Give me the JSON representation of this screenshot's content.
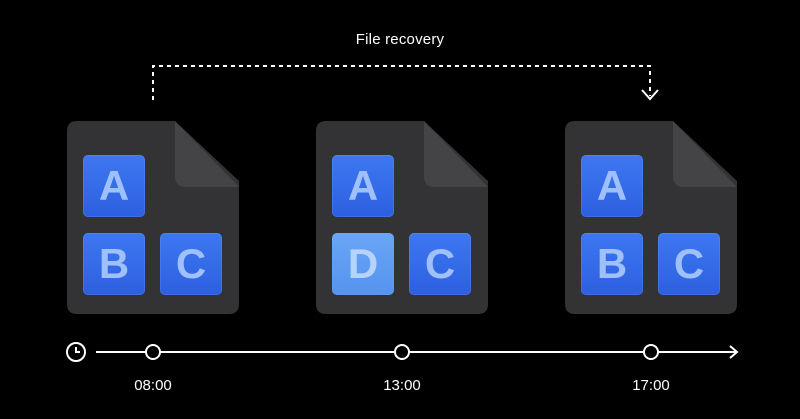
{
  "caption": "File recovery",
  "colors": {
    "background": "#000000",
    "file": "#333335",
    "file_fold": "#444446",
    "tile": "#3d78f0",
    "tile_changed": "#6aa6f5",
    "line": "#ffffff"
  },
  "versions": [
    {
      "time": "08:00",
      "tiles": [
        "A",
        "B",
        "C"
      ]
    },
    {
      "time": "13:00",
      "tiles": [
        "A",
        "D",
        "C"
      ]
    },
    {
      "time": "17:00",
      "tiles": [
        "A",
        "B",
        "C"
      ]
    }
  ],
  "icons": {
    "timeline_start": "clock-icon",
    "timeline_end": "arrow-right-icon",
    "recovery": "dashed-arrow-down-icon"
  }
}
